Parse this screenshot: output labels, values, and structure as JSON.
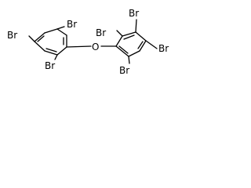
{
  "molecule": {
    "atoms": {
      "br_ring1_left": "Br",
      "br_ring1_top": "Br",
      "br_ring1_bottom": "Br",
      "oxygen": "O",
      "br_ring2_top_left": "Br",
      "br_ring2_top_right": "Br",
      "br_ring2_right": "Br",
      "br_ring2_bottom": "Br"
    },
    "colors": {
      "bond": "#000000",
      "label": "#000000",
      "background": "#ffffff"
    }
  }
}
